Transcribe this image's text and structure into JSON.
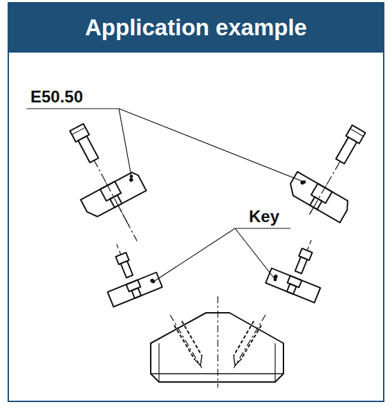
{
  "diagram": {
    "title": "Application example",
    "labels": [
      "E50.50",
      "Key"
    ]
  }
}
